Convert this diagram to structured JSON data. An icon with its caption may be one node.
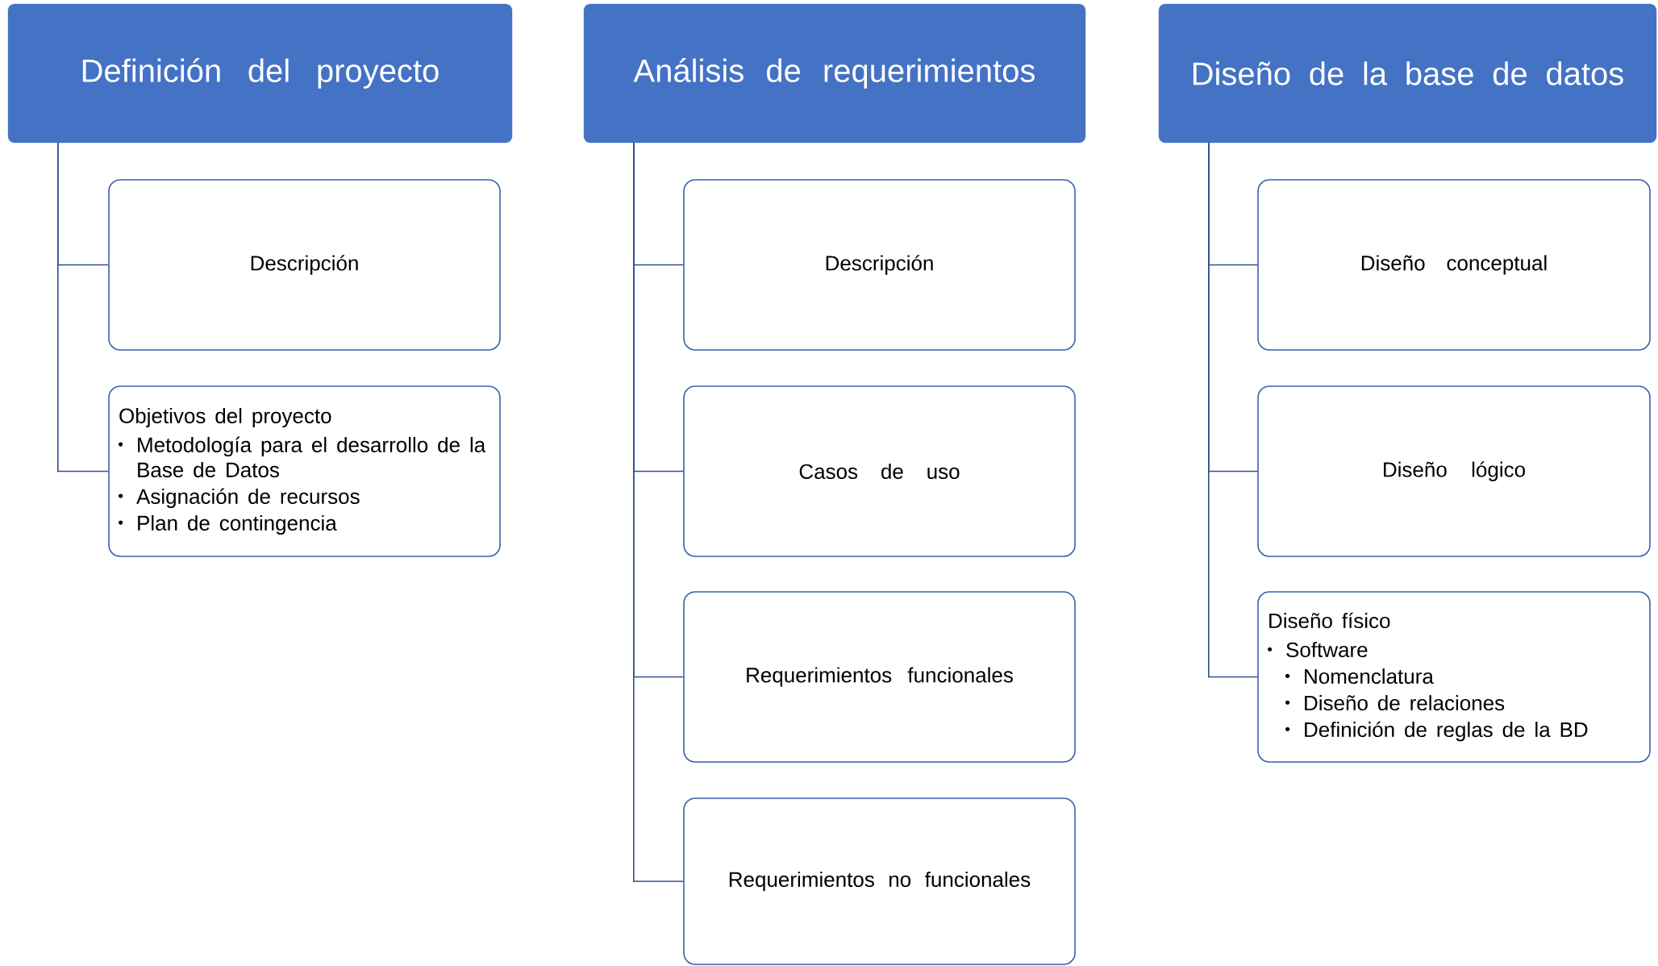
{
  "diagram": {
    "nodes": [
      {
        "text": [
          "Definición del proyecto"
        ]
      },
      {
        "text": [
          "Descripción"
        ]
      },
      {
        "text": [
          "Objetivos del proyecto",
          "Metodología para el desarrollo de la Base de Datos",
          "Asignación de recursos",
          "Plan de contingencia"
        ]
      },
      {
        "text": [
          "Análisis de requerimientos"
        ]
      },
      {
        "text": [
          "Descripción"
        ]
      },
      {
        "text": [
          "Casos de uso"
        ]
      },
      {
        "text": [
          "Requerimientos funcionales"
        ]
      },
      {
        "text": [
          "Requerimientos no funcionales"
        ]
      },
      {
        "text": [
          "Diseño de la base de datos"
        ]
      },
      {
        "text": [
          "Diseño conceptual"
        ]
      },
      {
        "text": [
          "Diseño lógico"
        ]
      },
      {
        "text": [
          "Diseño físico",
          "Software",
          "Nomenclatura",
          "Diseño de relaciones",
          "Definición de reglas de la BD"
        ]
      }
    ],
    "edges": [
      {
        "from": 0,
        "to": 1,
        "arrow": "none"
      },
      {
        "from": 0,
        "to": 2,
        "arrow": "none"
      },
      {
        "from": 3,
        "to": 4,
        "arrow": "none"
      },
      {
        "from": 3,
        "to": 5,
        "arrow": "none"
      },
      {
        "from": 3,
        "to": 6,
        "arrow": "none"
      },
      {
        "from": 3,
        "to": 7,
        "arrow": "none"
      },
      {
        "from": 8,
        "to": 9,
        "arrow": "none"
      },
      {
        "from": 8,
        "to": 10,
        "arrow": "none"
      },
      {
        "from": 8,
        "to": 11,
        "arrow": "none"
      }
    ]
  }
}
